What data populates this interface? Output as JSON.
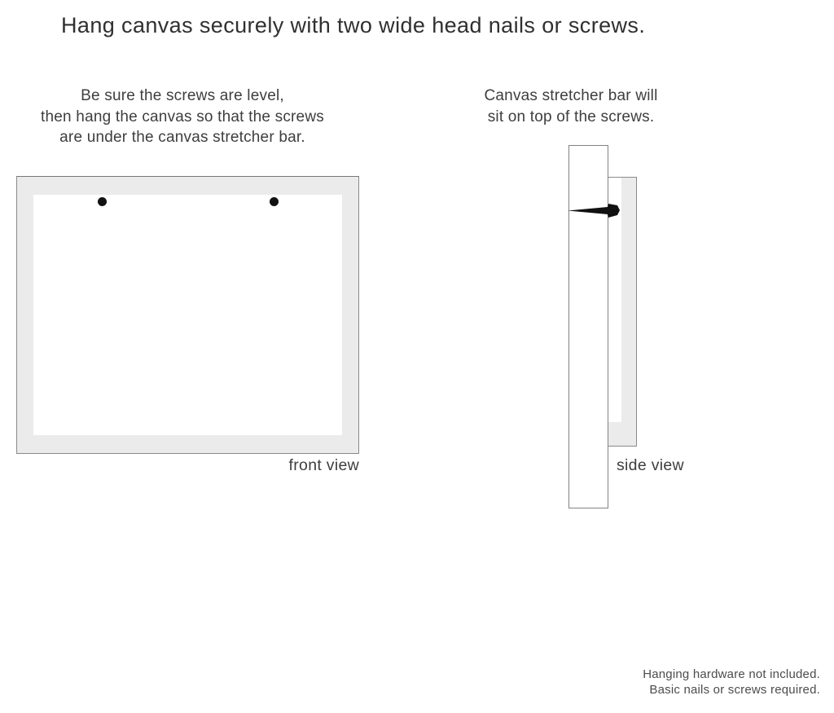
{
  "page": {
    "title": "Hang canvas securely with two wide head nails or screws."
  },
  "front_section": {
    "instruction_lines": [
      "Be sure the screws are level,",
      "then hang the canvas so that the screws",
      "are under the canvas stretcher bar."
    ],
    "label": "front view",
    "screw_count": 2
  },
  "side_section": {
    "instruction_lines": [
      "Canvas stretcher bar will",
      "sit on top of the screws."
    ],
    "label": "side view"
  },
  "footnote_lines": [
    "Hanging hardware not included.",
    "Basic nails or screws required."
  ],
  "icons": {
    "screw_head": "filled-black-circle",
    "nail": "left-pointing-nail-with-wide-head"
  },
  "colors": {
    "background": "#ffffff",
    "diagram_fill": "#ebebeb",
    "diagram_border": "#8a8a8a",
    "nail_color": "#111111",
    "title_color": "#303030",
    "body_text_color": "#3e3e3e",
    "footnote_color": "#4c4c4c"
  }
}
